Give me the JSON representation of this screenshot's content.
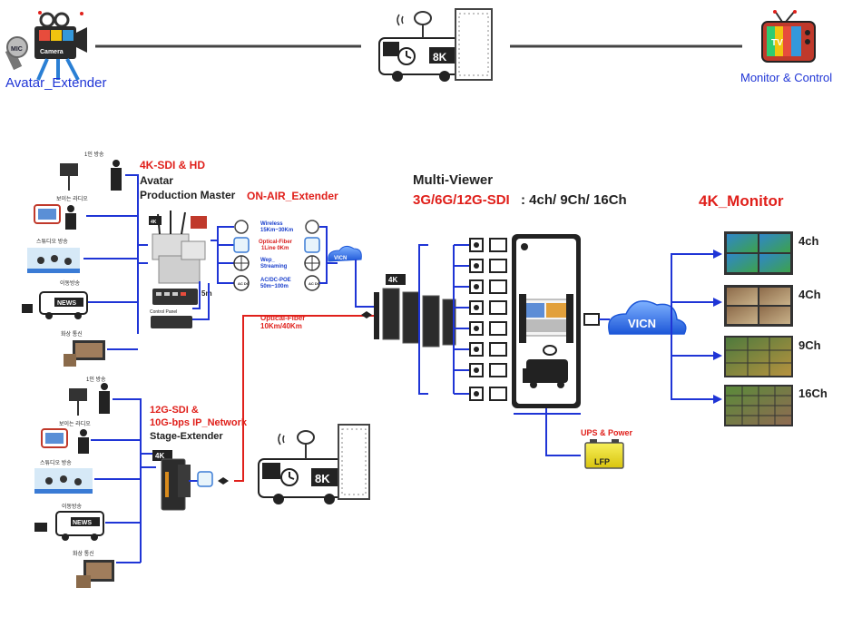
{
  "header": {
    "left_label": "Avatar_Extender",
    "right_label": "Monitor & Control",
    "camera_brand": "Camera",
    "mic_text": "MIC",
    "tv_text": "TV",
    "truck_8k": "8K"
  },
  "sources_top": [
    "1인 방송",
    "보이는 라디오",
    "스튜디오 방송",
    "이동방송",
    "화상 통신"
  ],
  "sources_bottom": [
    "1인 방송",
    "보이는 라디오",
    "스튜디오 방송",
    "이동방송",
    "화상 통신"
  ],
  "news_text": "NEWS",
  "avatar": {
    "title_red": "4K-SDI & HD",
    "line1": "Avatar",
    "line2": "Production Master",
    "badge": "4K",
    "panel_label": "Control Panel",
    "cable_len": "5m"
  },
  "onair": {
    "title": "ON-AIR_Extender",
    "links": [
      {
        "line1": "Wireless",
        "line2": "15Km~30Km",
        "color": "#1a3fcc"
      },
      {
        "line1": "Optical-Fiber",
        "line2": "1Line 0Km",
        "color": "#d81e1e"
      },
      {
        "line1": "Wep_",
        "line2": "Streaming",
        "color": "#1a3fcc"
      },
      {
        "line1": "AC/DC-POE",
        "line2": "50m~100m",
        "color": "#1a3fcc"
      }
    ],
    "cloud": "VICN",
    "acdc": "AC DC"
  },
  "fiber": {
    "line1": "Optical-Fiber",
    "line2": "10Km/40Km"
  },
  "multiviewer": {
    "title": "Multi-Viewer",
    "subtitle_red": "3G/6G/12G-SDI",
    "subtitle_black": " : 4ch/ 9Ch/ 16Ch",
    "badge": "4K"
  },
  "stage": {
    "line1": "12G-SDI &",
    "line2": "10G-bps IP_Network",
    "line3": "Stage-Extender",
    "badge": "4K"
  },
  "ups": {
    "label": "UPS & Power",
    "battery": "LFP"
  },
  "cloud_right": "VICN",
  "monitor": {
    "title": "4K_Monitor",
    "channels": [
      "4ch",
      "4Ch",
      "9Ch",
      "16Ch"
    ]
  },
  "colors": {
    "red": "#e0201b",
    "blue": "#1f35d6",
    "dark": "#222222"
  }
}
